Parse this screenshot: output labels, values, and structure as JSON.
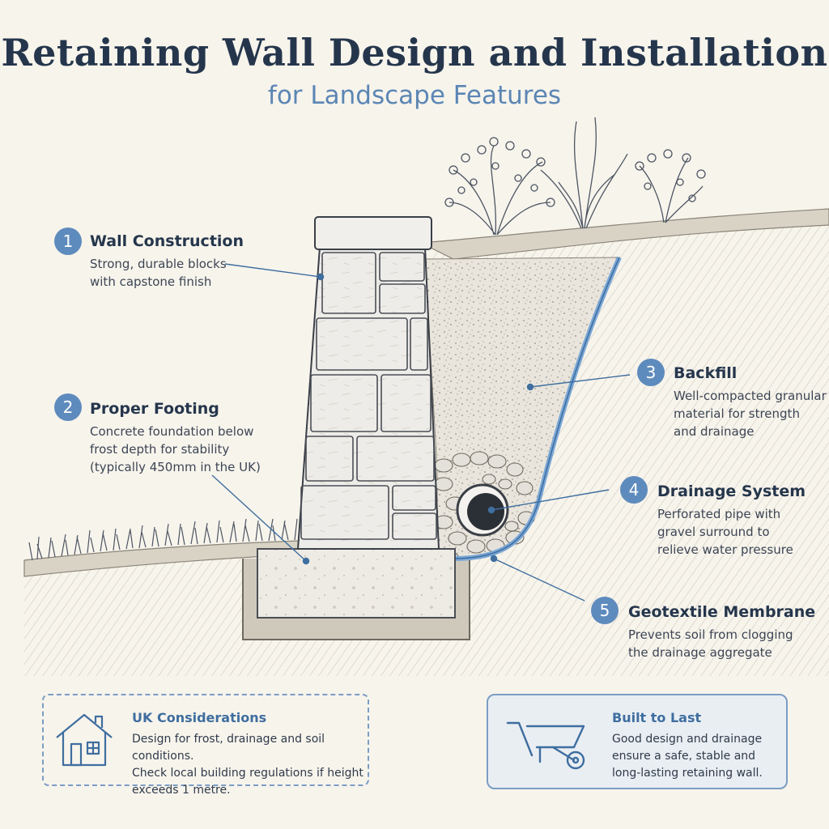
{
  "header": {
    "title": "Retaining Wall Design and Installation",
    "subtitle": "for Landscape Features"
  },
  "labels": [
    {
      "number": "1",
      "title": "Wall Construction",
      "desc": [
        "Strong, durable blocks",
        "with capstone finish"
      ]
    },
    {
      "number": "2",
      "title": "Proper Footing",
      "desc": [
        "Concrete foundation below",
        "frost depth for stability",
        "(typically 450mm in the UK)"
      ]
    },
    {
      "number": "3",
      "title": "Backfill",
      "desc": [
        "Well-compacted granular",
        "material for strength",
        "and drainage"
      ]
    },
    {
      "number": "4",
      "title": "Drainage System",
      "desc": [
        "Perforated pipe with",
        "gravel surround to",
        "relieve water pressure"
      ]
    },
    {
      "number": "5",
      "title": "Geotextile Membrane",
      "desc": [
        "Prevents soil from clogging",
        "the drainage aggregate"
      ]
    }
  ],
  "info_boxes": {
    "uk": {
      "icon": "house-icon",
      "title": "UK Considerations",
      "desc": [
        "Design for frost, drainage and soil conditions.",
        "Check local building regulations if height",
        "exceeds 1 metre."
      ]
    },
    "built": {
      "icon": "wheelbarrow-icon",
      "title": "Built to Last",
      "desc": [
        "Good design and drainage",
        "ensure a safe, stable and",
        "long-lasting retaining wall."
      ]
    }
  },
  "colors": {
    "accent": "#5e8bbd",
    "title": "#25364c",
    "membrane": "#7aa7d6",
    "background": "#f7f4ec"
  }
}
